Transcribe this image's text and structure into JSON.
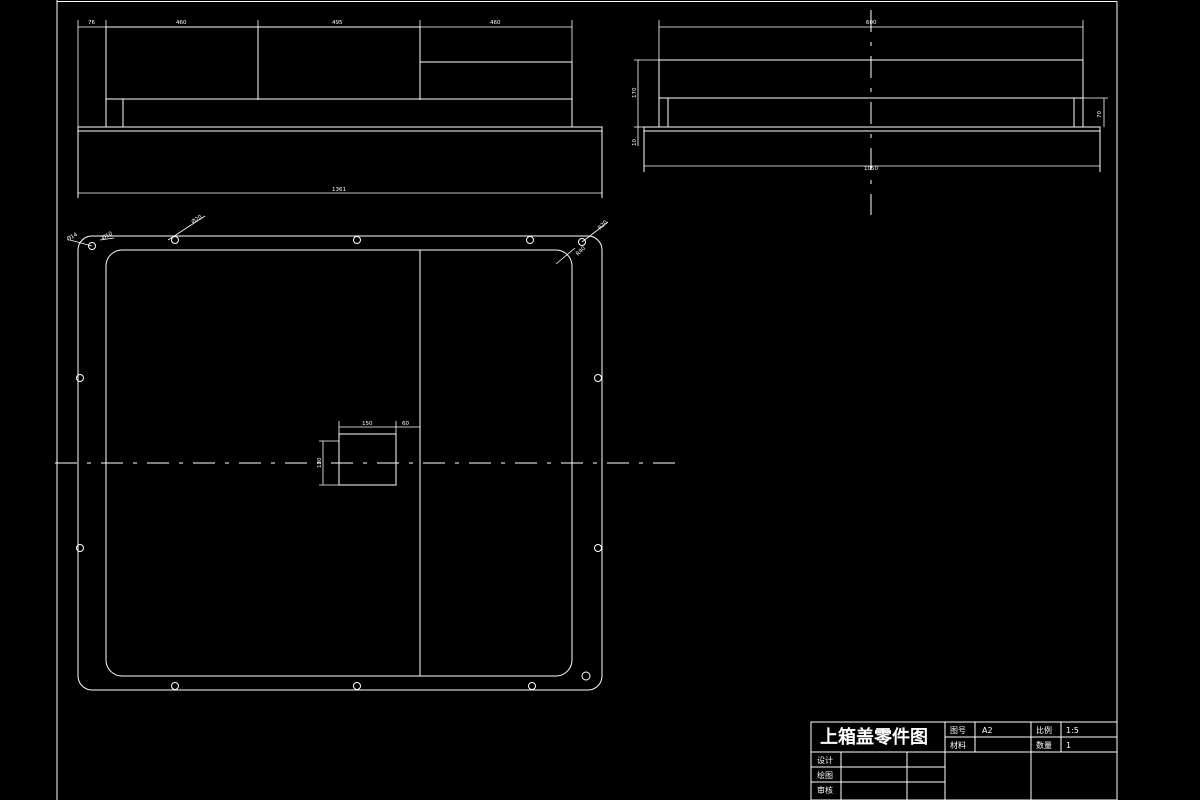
{
  "drawing": {
    "title": "上箱盖零件图",
    "title_block": {
      "drawing_no_label": "图号",
      "drawing_no": "A2",
      "scale_label": "比例",
      "scale": "1:5",
      "material_label": "材料",
      "material": "",
      "quantity_label": "数量",
      "quantity": "1",
      "design_label": "设计",
      "draw_label": "绘图",
      "review_label": "审核"
    },
    "front_view": {
      "dims": {
        "d1": "76",
        "d2": "460",
        "d3": "495",
        "d4": "460",
        "overall": "1361"
      }
    },
    "side_view": {
      "dims": {
        "top": "600",
        "h1": "170",
        "h2": "10",
        "h3": "70",
        "bottom": "1050"
      }
    },
    "plan_view": {
      "dims": {
        "hole_a": "Ø14",
        "hole_b": "Ø10",
        "hole_c": "Ø20",
        "radius": "R40",
        "radius_b": "R20",
        "win_w": "150",
        "win_offset": "60",
        "win_h": "130"
      }
    }
  }
}
